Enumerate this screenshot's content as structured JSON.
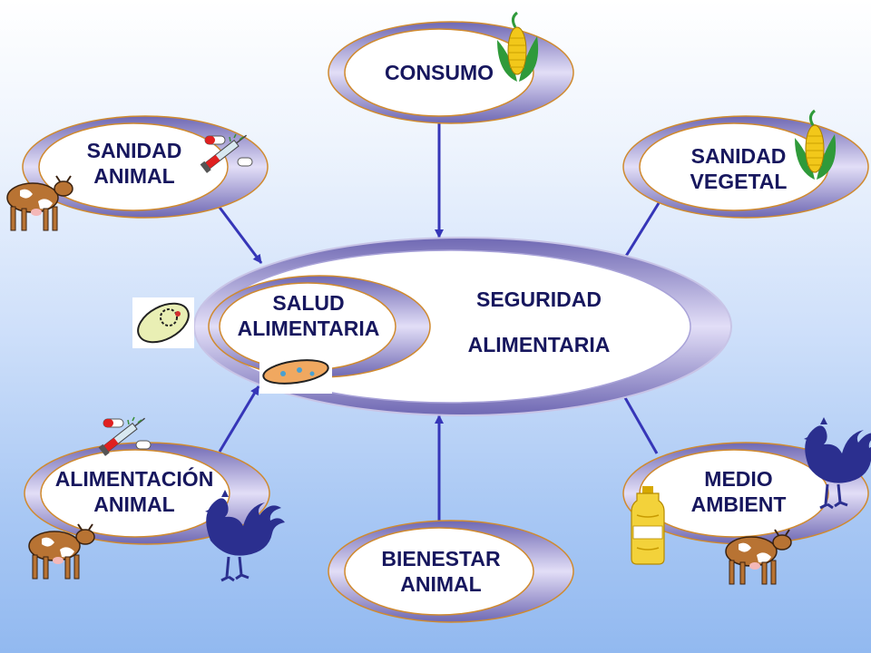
{
  "nodes": {
    "consumo": {
      "line1": "CONSUMO"
    },
    "sanidad_animal": {
      "line1": "SANIDAD",
      "line2": "ANIMAL"
    },
    "sanidad_vegetal": {
      "line1": "SANIDAD",
      "line2": "VEGETAL"
    },
    "salud_alimentaria": {
      "line1": "SALUD",
      "line2": "ALIMENTARIA"
    },
    "seguridad_alimentaria": {
      "line1": "SEGURIDAD",
      "line2": "ALIMENTARIA"
    },
    "alimentacion_animal": {
      "line1": "ALIMENTACIÓN",
      "line2": "ANIMAL"
    },
    "medio_ambient": {
      "line1": "MEDIO",
      "line2": "AMBIENT"
    },
    "bienestar_animal": {
      "line1": "BIENESTAR",
      "line2": "ANIMAL"
    }
  },
  "colors": {
    "ring_outer": "#8c86c4",
    "ring_inner": "#ddd9f4",
    "ring_outline": "#d08a2e",
    "arrow": "#3636b8",
    "text": "#17175e",
    "rooster": "#2b2f8f",
    "cow": "#b87333",
    "corn": "#f2c81a",
    "leaf": "#2f9a3a"
  },
  "icons": [
    "cow-icon",
    "rooster-icon",
    "corn-icon",
    "syringe-pills-icon",
    "oil-bottle-icon",
    "bacterium-icon"
  ]
}
